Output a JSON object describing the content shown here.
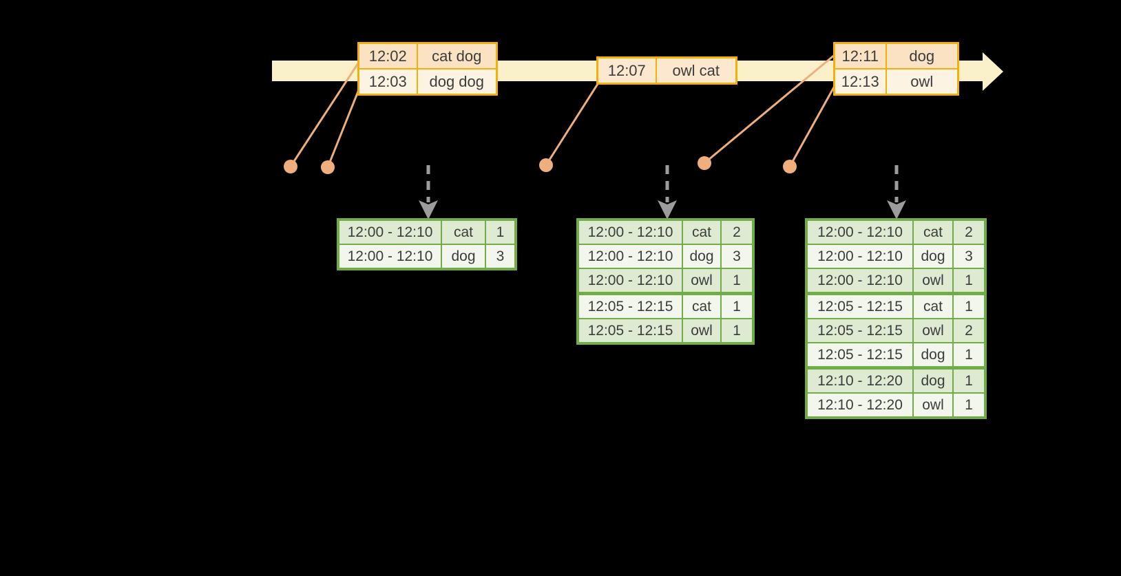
{
  "colors": {
    "background": "#000000",
    "timeline_fill": "#FAF1CB",
    "event_table_border": "#F3AF0A",
    "event_row_dark": "#FAE2C2",
    "event_row_light": "#FDF3E3",
    "event_row_mid": "#FBE8CE",
    "connector": "#EFAE7D",
    "result_table_border": "#70AD47",
    "result_row_dark": "#DFEAD2",
    "result_row_light": "#F2F6EC",
    "trigger_arrow": "#9C9C9C",
    "text": "#3C3C3C"
  },
  "icons": {
    "timeline": "right-arrow-band",
    "event_marker": "dot",
    "trigger": "dashed-down-arrow"
  },
  "event_tables": [
    {
      "rows": [
        [
          "12:02",
          "cat dog"
        ],
        [
          "12:03",
          "dog dog"
        ]
      ]
    },
    {
      "rows": [
        [
          "12:07",
          "owl cat"
        ]
      ]
    },
    {
      "rows": [
        [
          "12:11",
          "dog"
        ],
        [
          "12:13",
          "owl"
        ]
      ]
    }
  ],
  "result_tables": [
    {
      "rows": [
        [
          "12:00 - 12:10",
          "cat",
          "1"
        ],
        [
          "12:00 - 12:10",
          "dog",
          "3"
        ]
      ],
      "group_starts": []
    },
    {
      "rows": [
        [
          "12:00 - 12:10",
          "cat",
          "2"
        ],
        [
          "12:00 - 12:10",
          "dog",
          "3"
        ],
        [
          "12:00 - 12:10",
          "owl",
          "1"
        ],
        [
          "12:05 - 12:15",
          "cat",
          "1"
        ],
        [
          "12:05 - 12:15",
          "owl",
          "1"
        ]
      ],
      "group_starts": [
        3
      ]
    },
    {
      "rows": [
        [
          "12:00 - 12:10",
          "cat",
          "2"
        ],
        [
          "12:00 - 12:10",
          "dog",
          "3"
        ],
        [
          "12:00 - 12:10",
          "owl",
          "1"
        ],
        [
          "12:05 - 12:15",
          "cat",
          "1"
        ],
        [
          "12:05 - 12:15",
          "owl",
          "2"
        ],
        [
          "12:05 - 12:15",
          "dog",
          "1"
        ],
        [
          "12:10 - 12:20",
          "dog",
          "1"
        ],
        [
          "12:10 - 12:20",
          "owl",
          "1"
        ]
      ],
      "group_starts": [
        3,
        6
      ]
    }
  ]
}
